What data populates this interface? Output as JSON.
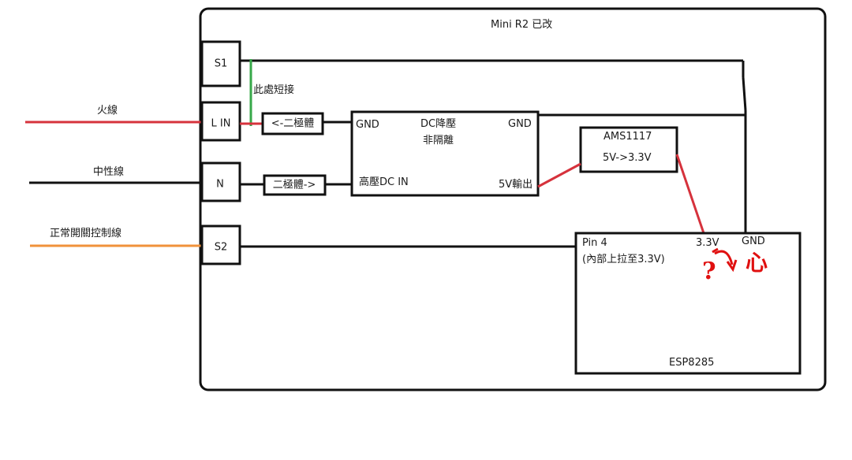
{
  "diagram": {
    "title": "Mini R2   已改",
    "terminals": {
      "s1": "S1",
      "lin": "L IN",
      "n": "N",
      "s2": "S2"
    },
    "short_note": "此處短接",
    "external_wires": {
      "live": "火線",
      "neutral": "中性線",
      "control": "正常開關控制線"
    },
    "diodes": {
      "top": "<-二極體",
      "bottom": "二極體->"
    },
    "dc_converter": {
      "gnd_left": "GND",
      "title_line1": "DC降壓",
      "title_line2": "非隔離",
      "gnd_right": "GND",
      "hv_in": "高壓DC IN",
      "out_5v": "5V輸出"
    },
    "regulator": {
      "name": "AMS1117",
      "spec": "5V->3.3V"
    },
    "mcu": {
      "pin_label": "Pin 4",
      "pin_note": "(內部上拉至3.3V)",
      "v33": "3.3V",
      "gnd": "GND",
      "name": "ESP8285"
    },
    "colors": {
      "live": "#d6323c",
      "control": "#f0923a",
      "short": "#37a84a",
      "annotation": "#e01010",
      "wire": "#111111"
    }
  }
}
